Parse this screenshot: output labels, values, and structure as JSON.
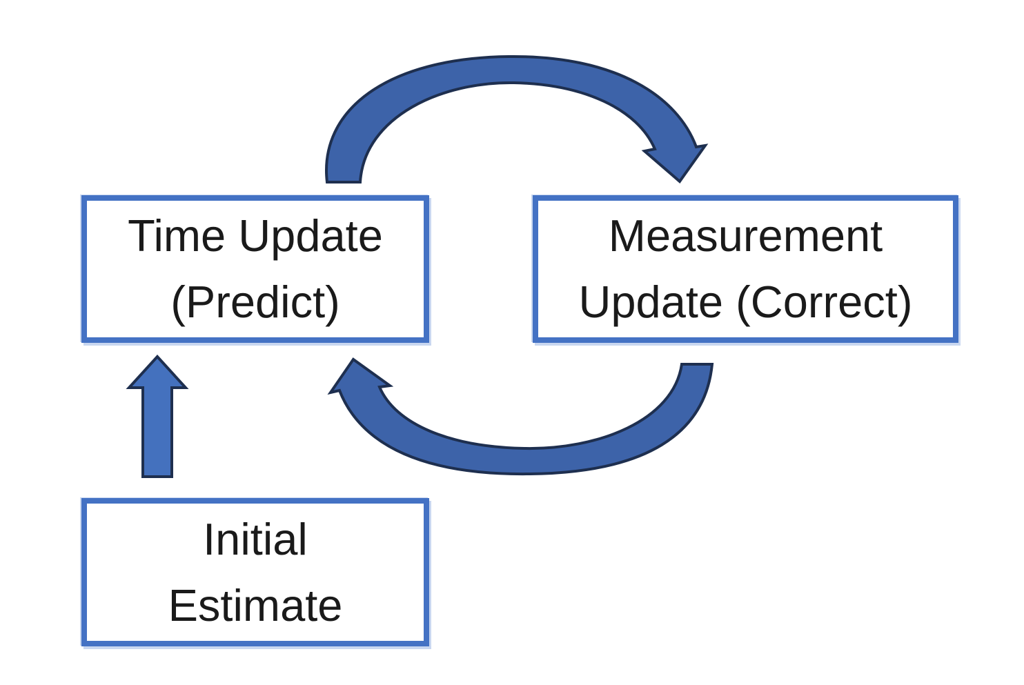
{
  "diagram": {
    "type": "cycle-flow-diagram",
    "nodes": {
      "time_update": {
        "line1": "Time Update",
        "line2": "(Predict)"
      },
      "measurement_update": {
        "line1": "Measurement",
        "line2": "Update (Correct)"
      },
      "initial_estimate": {
        "line1": "Initial",
        "line2": "Estimate"
      }
    },
    "edges": [
      {
        "from": "time_update",
        "to": "measurement_update",
        "style": "curved-block-arrow",
        "position": "top-arc-clockwise"
      },
      {
        "from": "measurement_update",
        "to": "time_update",
        "style": "curved-block-arrow",
        "position": "bottom-arc-clockwise"
      },
      {
        "from": "initial_estimate",
        "to": "time_update",
        "style": "straight-block-arrow",
        "position": "vertical-up"
      }
    ],
    "colors": {
      "box_border": "#4472C4",
      "arc_fill": "#3D63A9",
      "straight_fill": "#4471BE",
      "arrow_outline": "#1E2F4F",
      "text": "#1A1A1A",
      "bg": "#FFFFFF",
      "halo": "#C9D7F0"
    }
  }
}
